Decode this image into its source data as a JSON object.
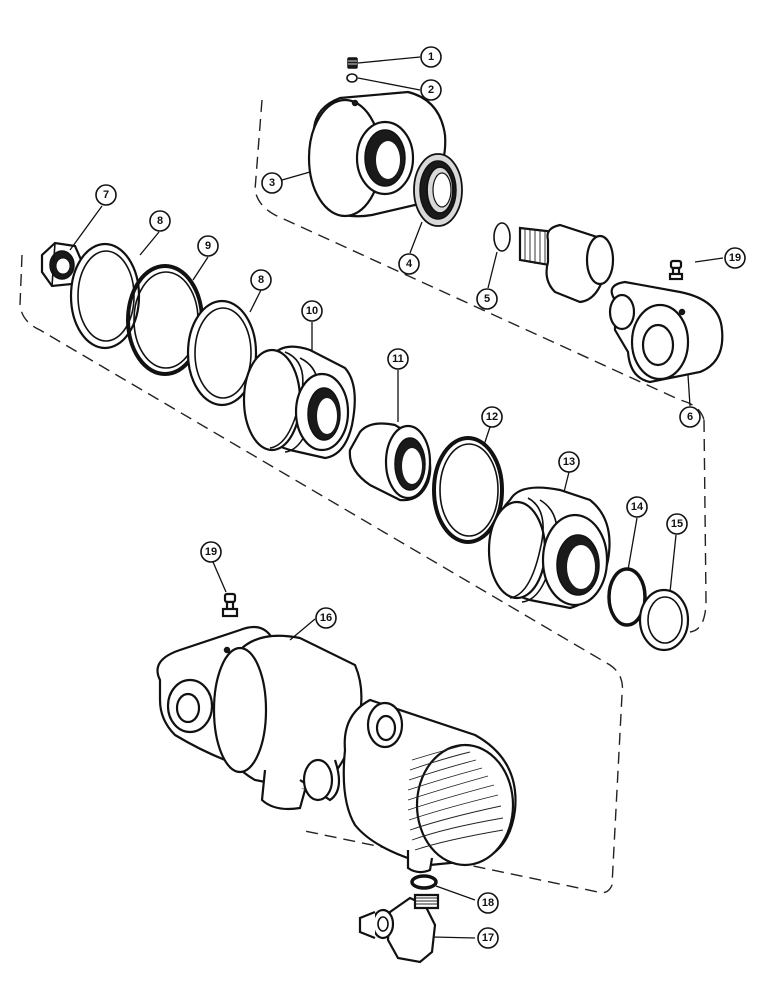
{
  "diagram": {
    "callouts": [
      {
        "id": "c1",
        "label": "1"
      },
      {
        "id": "c2",
        "label": "2"
      },
      {
        "id": "c3",
        "label": "3"
      },
      {
        "id": "c4",
        "label": "4"
      },
      {
        "id": "c5",
        "label": "5"
      },
      {
        "id": "c6",
        "label": "6"
      },
      {
        "id": "c7",
        "label": "7"
      },
      {
        "id": "c8a",
        "label": "8"
      },
      {
        "id": "c8b",
        "label": "8"
      },
      {
        "id": "c9",
        "label": "9"
      },
      {
        "id": "c10",
        "label": "10"
      },
      {
        "id": "c11",
        "label": "11"
      },
      {
        "id": "c12",
        "label": "12"
      },
      {
        "id": "c13",
        "label": "13"
      },
      {
        "id": "c14",
        "label": "14"
      },
      {
        "id": "c15",
        "label": "15"
      },
      {
        "id": "c16",
        "label": "16"
      },
      {
        "id": "c17",
        "label": "17"
      },
      {
        "id": "c18",
        "label": "18"
      },
      {
        "id": "c19a",
        "label": "19"
      },
      {
        "id": "c19b",
        "label": "19"
      }
    ]
  }
}
